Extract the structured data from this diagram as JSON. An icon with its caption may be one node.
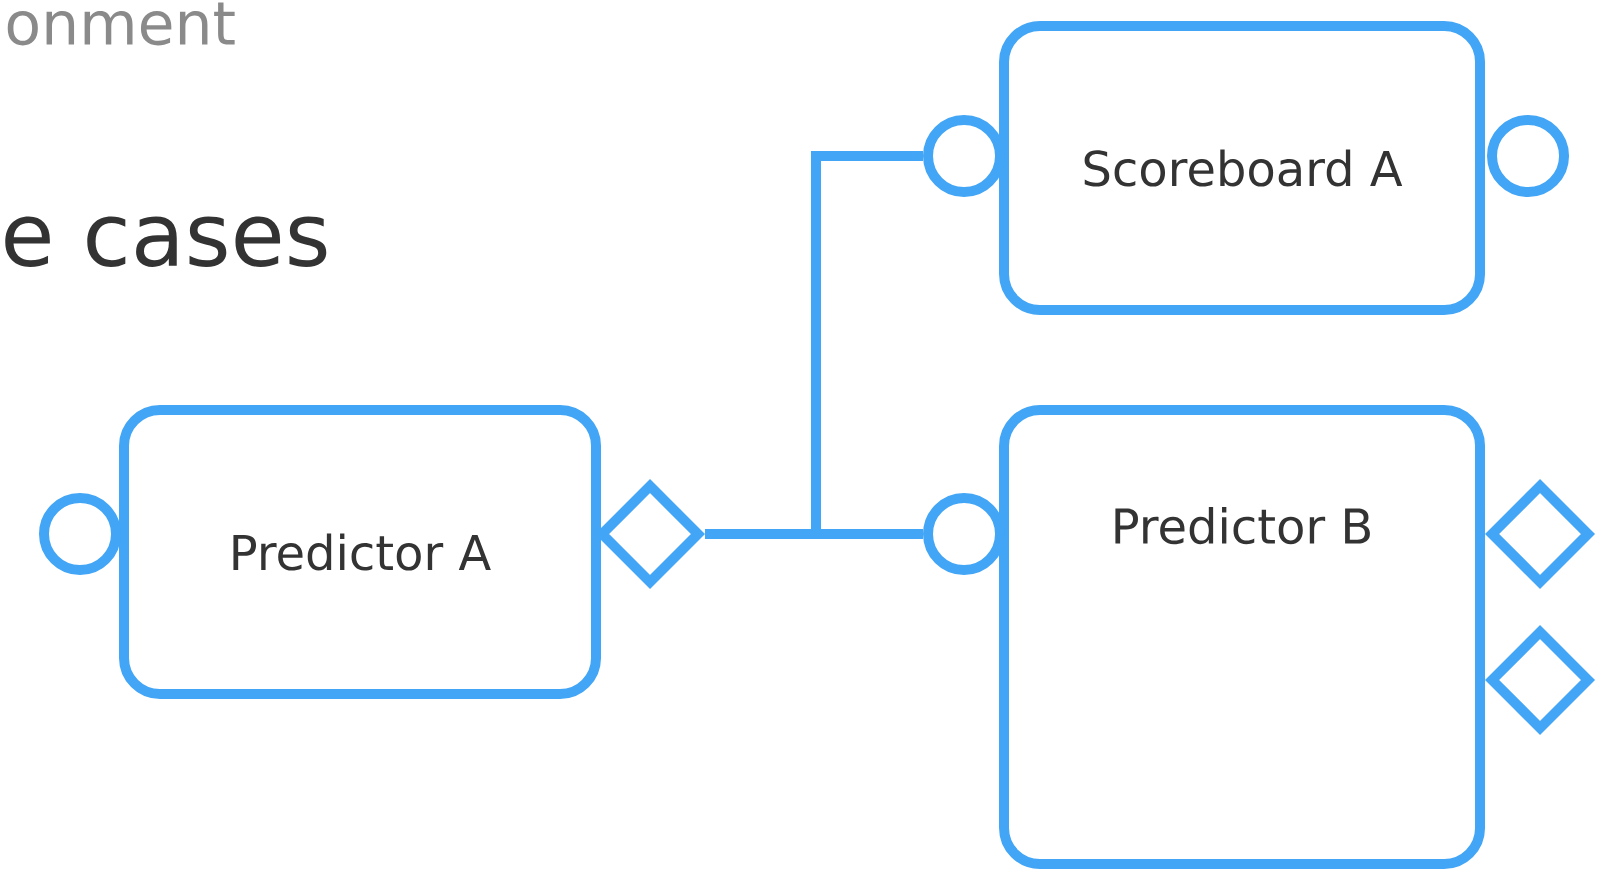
{
  "diagram": {
    "nodes": [
      {
        "text": [
          "Scoreboard A"
        ]
      },
      {
        "text": [
          "Predictor A"
        ]
      },
      {
        "text": [
          "Predictor B"
        ]
      },
      {
        "text": [],
        "shape": "circle"
      },
      {
        "text": [],
        "shape": "circle"
      },
      {
        "text": [],
        "shape": "circle"
      },
      {
        "text": [],
        "shape": "diamond"
      },
      {
        "text": [],
        "shape": "circle"
      },
      {
        "text": [],
        "shape": "diamond"
      },
      {
        "text": [],
        "shape": "diamond"
      }
    ],
    "edges": [
      {
        "from": 6,
        "to": 3,
        "arrow": "none"
      },
      {
        "from": 6,
        "to": 7,
        "arrow": "none"
      }
    ],
    "labels": [
      "onment",
      "e cases"
    ]
  }
}
